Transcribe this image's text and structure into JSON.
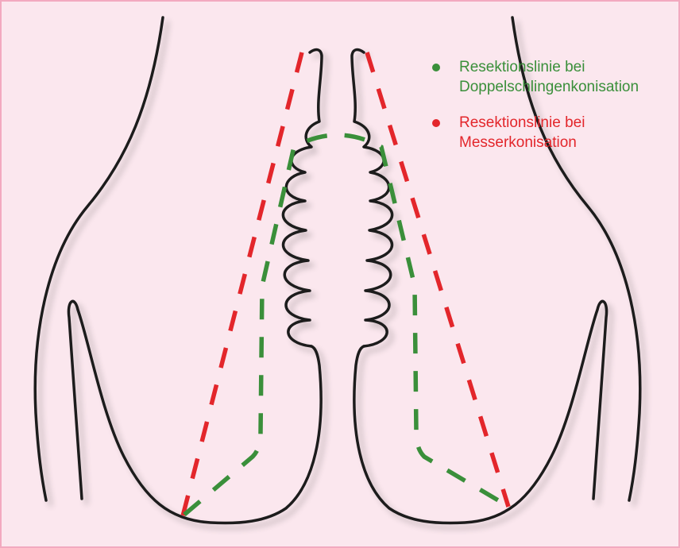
{
  "colors": {
    "background": "#fbe7ee",
    "border": "#f2a9bf",
    "outline": "#1c1c1c",
    "green": "#3a8f3a",
    "red": "#e3262b"
  },
  "legend": {
    "items": [
      {
        "line1": "Resektionslinie bei",
        "line2": "Doppelschlingenkonisation",
        "color": "#3a8f3a"
      },
      {
        "line1": "Resektionslinie bei",
        "line2": "Messerkonisation",
        "color": "#e3262b"
      }
    ]
  }
}
